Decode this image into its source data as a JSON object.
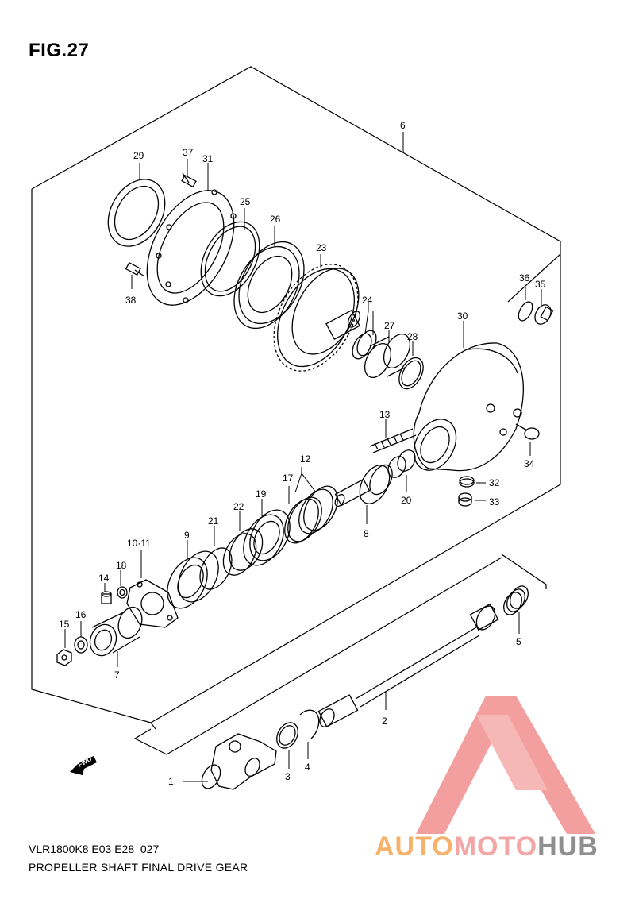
{
  "figure": {
    "title": "FIG.27",
    "model_code": "VLR1800K8 E03 E28_027",
    "sheet_title": "PROPELLER SHAFT FINAL DRIVE GEAR"
  },
  "direction_arrow": {
    "label": "FWD"
  },
  "watermark": {
    "part1": "AUTO",
    "part2": "MOTO",
    "part3": "HUB"
  },
  "colors": {
    "line": "#000000",
    "watermark_red": "#f08080",
    "watermark_orange": "#f6b26b",
    "watermark_gray": "#8f8f8f"
  },
  "callouts": [
    {
      "id": "c1",
      "label": "1"
    },
    {
      "id": "c2",
      "label": "2"
    },
    {
      "id": "c3",
      "label": "3"
    },
    {
      "id": "c4",
      "label": "4"
    },
    {
      "id": "c5",
      "label": "5"
    },
    {
      "id": "c6",
      "label": "6"
    },
    {
      "id": "c7",
      "label": "7"
    },
    {
      "id": "c8",
      "label": "8"
    },
    {
      "id": "c9",
      "label": "9"
    },
    {
      "id": "c1011",
      "label": "10·11"
    },
    {
      "id": "c12",
      "label": "12"
    },
    {
      "id": "c13",
      "label": "13"
    },
    {
      "id": "c14",
      "label": "14"
    },
    {
      "id": "c15",
      "label": "15"
    },
    {
      "id": "c16",
      "label": "16"
    },
    {
      "id": "c17",
      "label": "17"
    },
    {
      "id": "c18",
      "label": "18"
    },
    {
      "id": "c19",
      "label": "19"
    },
    {
      "id": "c20",
      "label": "20"
    },
    {
      "id": "c21",
      "label": "21"
    },
    {
      "id": "c22",
      "label": "22"
    },
    {
      "id": "c23",
      "label": "23"
    },
    {
      "id": "c24",
      "label": "24"
    },
    {
      "id": "c25",
      "label": "25"
    },
    {
      "id": "c26",
      "label": "26"
    },
    {
      "id": "c27",
      "label": "27"
    },
    {
      "id": "c28",
      "label": "28"
    },
    {
      "id": "c29",
      "label": "29"
    },
    {
      "id": "c30",
      "label": "30"
    },
    {
      "id": "c31",
      "label": "31"
    },
    {
      "id": "c32",
      "label": "32"
    },
    {
      "id": "c33",
      "label": "33"
    },
    {
      "id": "c34",
      "label": "34"
    },
    {
      "id": "c35",
      "label": "35"
    },
    {
      "id": "c36",
      "label": "36"
    },
    {
      "id": "c37",
      "label": "37"
    },
    {
      "id": "c38",
      "label": "38"
    }
  ]
}
